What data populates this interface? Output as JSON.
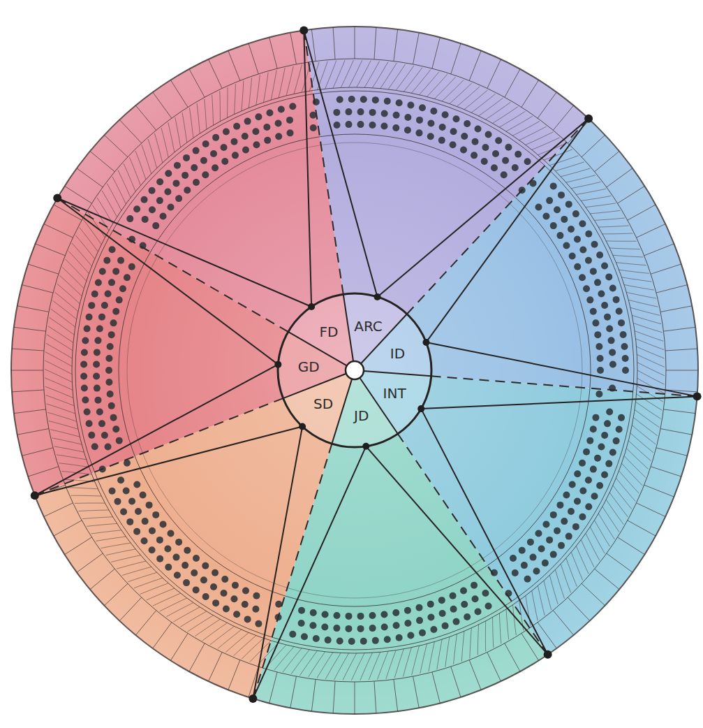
{
  "diagram": {
    "labels": [
      "FD",
      "ARC",
      "ID",
      "INT",
      "JD",
      "SD",
      "GD"
    ]
  }
}
